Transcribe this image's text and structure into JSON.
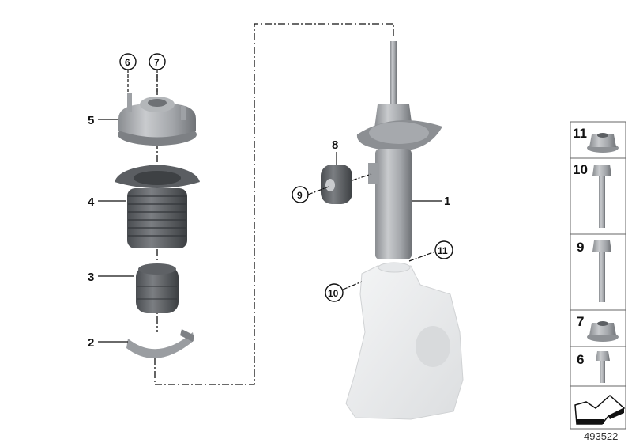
{
  "diagram": {
    "type": "exploded-parts-diagram",
    "subject": "Front strut assembly",
    "image_number": "493522",
    "callouts": [
      {
        "id": "1",
        "style": "plain",
        "part": "shock absorber strut"
      },
      {
        "id": "2",
        "style": "plain",
        "part": "spring pad"
      },
      {
        "id": "3",
        "style": "plain",
        "part": "bump stop"
      },
      {
        "id": "4",
        "style": "plain",
        "part": "protective boot"
      },
      {
        "id": "5",
        "style": "plain",
        "part": "strut top mount"
      },
      {
        "id": "6",
        "style": "circled",
        "part": "bolt"
      },
      {
        "id": "7",
        "style": "circled",
        "part": "hex nut"
      },
      {
        "id": "8",
        "style": "plain",
        "part": "rubber bushing"
      },
      {
        "id": "9",
        "style": "circled",
        "part": "bolt"
      },
      {
        "id": "10",
        "style": "circled",
        "part": "bolt"
      },
      {
        "id": "11",
        "style": "circled",
        "part": "hex nut"
      }
    ],
    "hardware_panel": [
      {
        "id": "11",
        "icon": "flange-nut-icon"
      },
      {
        "id": "10",
        "icon": "long-bolt-icon"
      },
      {
        "id": "9",
        "icon": "bolt-icon"
      },
      {
        "id": "7",
        "icon": "flange-nut-icon"
      },
      {
        "id": "6",
        "icon": "short-bolt-icon"
      },
      {
        "id": "",
        "icon": "arrow-icon"
      }
    ]
  }
}
